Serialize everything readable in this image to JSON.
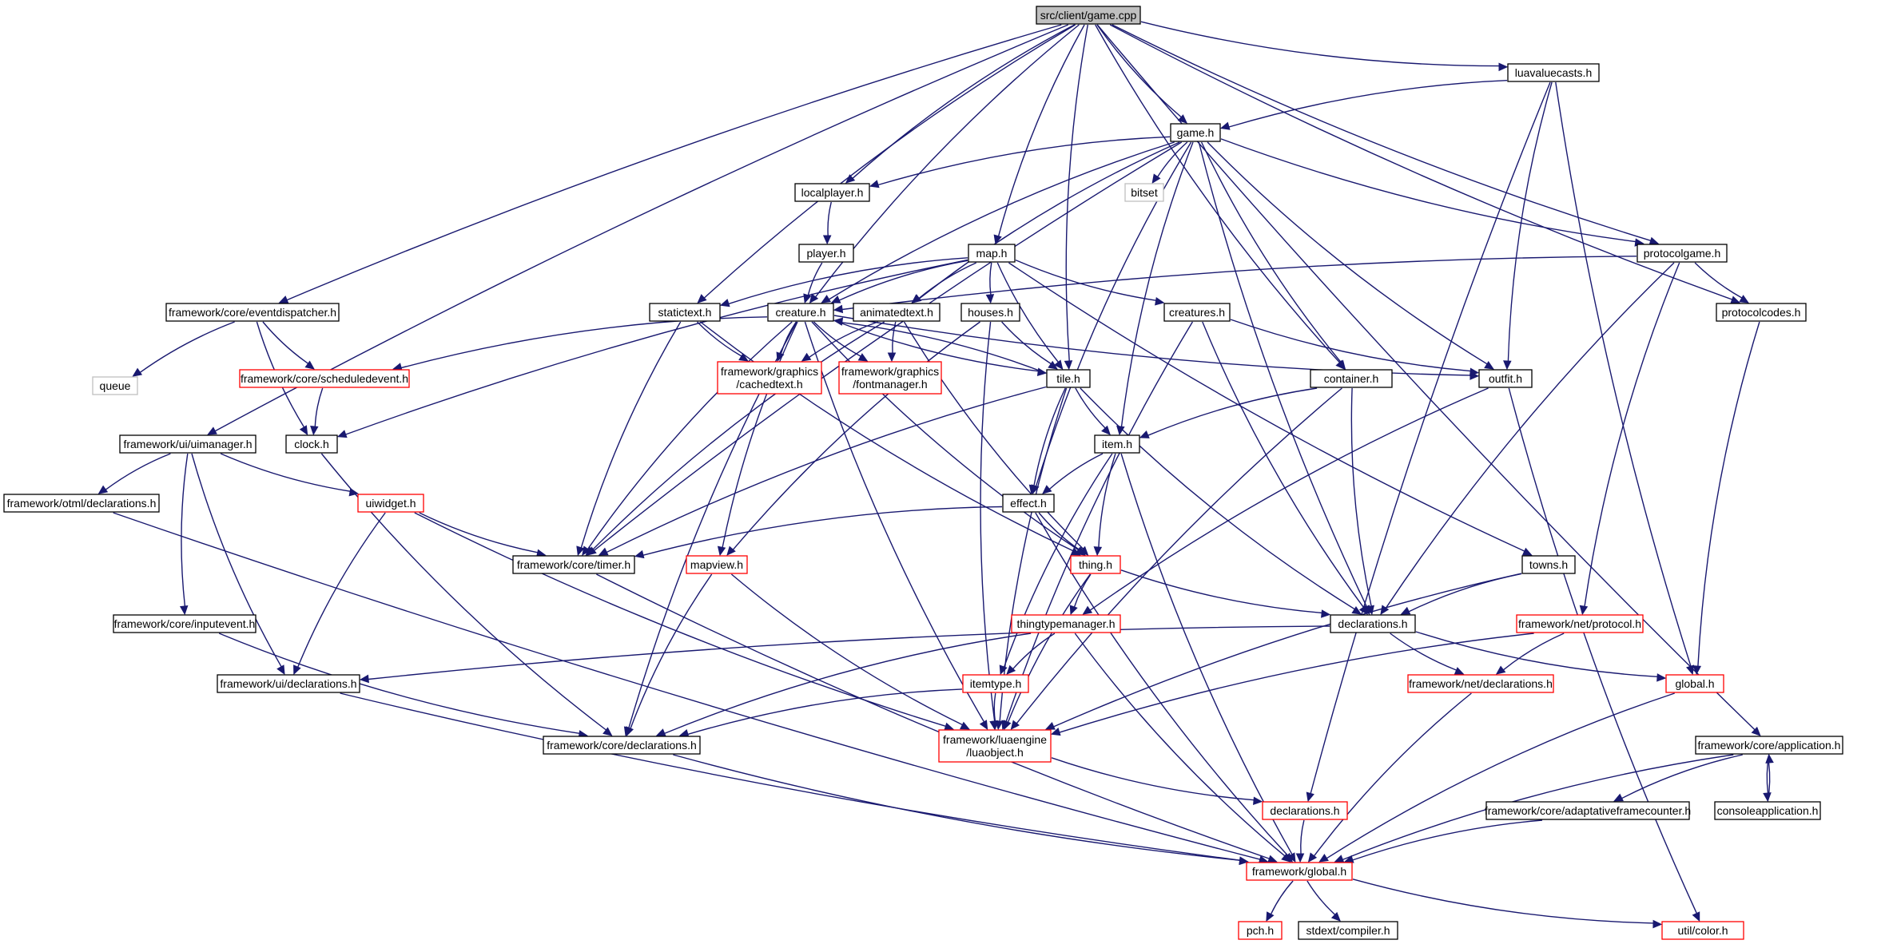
{
  "nodes": {
    "game_cpp": {
      "label": "src/client/game.cpp",
      "style": "root"
    },
    "luavaluecasts": {
      "label": "luavaluecasts.h",
      "style": "black"
    },
    "game_h": {
      "label": "game.h",
      "style": "black"
    },
    "localplayer": {
      "label": "localplayer.h",
      "style": "black"
    },
    "bitset": {
      "label": "bitset",
      "style": "gray"
    },
    "player": {
      "label": "player.h",
      "style": "black"
    },
    "map": {
      "label": "map.h",
      "style": "black"
    },
    "protocolgame": {
      "label": "protocolgame.h",
      "style": "black"
    },
    "eventdispatcher": {
      "label": "framework/core/eventdispatcher.h",
      "style": "black"
    },
    "statictext": {
      "label": "statictext.h",
      "style": "black"
    },
    "creature": {
      "label": "creature.h",
      "style": "black"
    },
    "animatedtext": {
      "label": "animatedtext.h",
      "style": "black"
    },
    "houses": {
      "label": "houses.h",
      "style": "black"
    },
    "creatures": {
      "label": "creatures.h",
      "style": "black"
    },
    "protocolcodes": {
      "label": "protocolcodes.h",
      "style": "black"
    },
    "queue": {
      "label": "queue",
      "style": "gray"
    },
    "scheduledevent": {
      "label": "framework/core/scheduledevent.h",
      "style": "red"
    },
    "cachedtext": {
      "label": "framework/graphics\n/cachedtext.h",
      "style": "red"
    },
    "fontmanager": {
      "label": "framework/graphics\n/fontmanager.h",
      "style": "red"
    },
    "tile": {
      "label": "tile.h",
      "style": "black"
    },
    "container": {
      "label": "container.h",
      "style": "black"
    },
    "outfit": {
      "label": "outfit.h",
      "style": "black"
    },
    "uimanager": {
      "label": "framework/ui/uimanager.h",
      "style": "black"
    },
    "clock": {
      "label": "clock.h",
      "style": "black"
    },
    "item": {
      "label": "item.h",
      "style": "black"
    },
    "otml_declarations": {
      "label": "framework/otml/declarations.h",
      "style": "black"
    },
    "uiwidget": {
      "label": "uiwidget.h",
      "style": "red"
    },
    "effect": {
      "label": "effect.h",
      "style": "black"
    },
    "timer": {
      "label": "framework/core/timer.h",
      "style": "black"
    },
    "mapview": {
      "label": "mapview.h",
      "style": "red"
    },
    "thing": {
      "label": "thing.h",
      "style": "red"
    },
    "towns": {
      "label": "towns.h",
      "style": "black"
    },
    "inputevent": {
      "label": "framework/core/inputevent.h",
      "style": "black"
    },
    "thingtypemanager": {
      "label": "thingtypemanager.h",
      "style": "red"
    },
    "declarations": {
      "label": "declarations.h",
      "style": "black"
    },
    "net_protocol": {
      "label": "framework/net/protocol.h",
      "style": "red"
    },
    "ui_declarations": {
      "label": "framework/ui/declarations.h",
      "style": "black"
    },
    "itemtype": {
      "label": "itemtype.h",
      "style": "red"
    },
    "net_declarations": {
      "label": "framework/net/declarations.h",
      "style": "red"
    },
    "global_h": {
      "label": "global.h",
      "style": "red"
    },
    "core_declarations": {
      "label": "framework/core/declarations.h",
      "style": "black"
    },
    "luaobject": {
      "label": "framework/luaengine\n/luaobject.h",
      "style": "red"
    },
    "application": {
      "label": "framework/core/application.h",
      "style": "black"
    },
    "declarations_red": {
      "label": "declarations.h",
      "style": "red"
    },
    "adaptative": {
      "label": "framework/core/adaptativeframecounter.h",
      "style": "black"
    },
    "consoleapplication": {
      "label": "consoleapplication.h",
      "style": "black"
    },
    "fw_global": {
      "label": "framework/global.h",
      "style": "red"
    },
    "pch": {
      "label": "pch.h",
      "style": "red"
    },
    "compiler": {
      "label": "stdext/compiler.h",
      "style": "black"
    },
    "color": {
      "label": "util/color.h",
      "style": "red"
    }
  },
  "edges": [
    [
      "game_cpp",
      "luavaluecasts"
    ],
    [
      "game_cpp",
      "game_h"
    ],
    [
      "game_cpp",
      "localplayer"
    ],
    [
      "game_cpp",
      "map"
    ],
    [
      "game_cpp",
      "protocolgame"
    ],
    [
      "game_cpp",
      "eventdispatcher"
    ],
    [
      "game_cpp",
      "statictext"
    ],
    [
      "game_cpp",
      "creature"
    ],
    [
      "game_cpp",
      "protocolcodes"
    ],
    [
      "game_cpp",
      "tile"
    ],
    [
      "game_cpp",
      "container"
    ],
    [
      "game_cpp",
      "uimanager"
    ],
    [
      "game_cpp",
      "application"
    ],
    [
      "luavaluecasts",
      "game_h"
    ],
    [
      "luavaluecasts",
      "outfit"
    ],
    [
      "luavaluecasts",
      "declarations_red"
    ],
    [
      "luavaluecasts",
      "global_h"
    ],
    [
      "game_h",
      "localplayer"
    ],
    [
      "game_h",
      "bitset"
    ],
    [
      "game_h",
      "protocolgame"
    ],
    [
      "game_h",
      "animatedtext"
    ],
    [
      "game_h",
      "creature"
    ],
    [
      "game_h",
      "container"
    ],
    [
      "game_h",
      "item"
    ],
    [
      "game_h",
      "effect"
    ],
    [
      "game_h",
      "declarations"
    ],
    [
      "game_h",
      "outfit"
    ],
    [
      "game_h",
      "timer"
    ],
    [
      "localplayer",
      "player"
    ],
    [
      "player",
      "creature"
    ],
    [
      "map",
      "creature"
    ],
    [
      "map",
      "statictext"
    ],
    [
      "map",
      "animatedtext"
    ],
    [
      "map",
      "houses"
    ],
    [
      "map",
      "creatures"
    ],
    [
      "map",
      "tile"
    ],
    [
      "map",
      "towns"
    ],
    [
      "map",
      "clock"
    ],
    [
      "protocolgame",
      "creature"
    ],
    [
      "protocolgame",
      "protocolcodes"
    ],
    [
      "protocolgame",
      "declarations"
    ],
    [
      "protocolgame",
      "net_protocol"
    ],
    [
      "eventdispatcher",
      "queue"
    ],
    [
      "eventdispatcher",
      "scheduledevent"
    ],
    [
      "eventdispatcher",
      "clock"
    ],
    [
      "statictext",
      "cachedtext"
    ],
    [
      "statictext",
      "timer"
    ],
    [
      "statictext",
      "thing"
    ],
    [
      "creature",
      "cachedtext"
    ],
    [
      "creature",
      "fontmanager"
    ],
    [
      "creature",
      "scheduledevent"
    ],
    [
      "creature",
      "tile"
    ],
    [
      "creature",
      "outfit"
    ],
    [
      "creature",
      "timer"
    ],
    [
      "creature",
      "mapview"
    ],
    [
      "creature",
      "thing"
    ],
    [
      "creature",
      "core_declarations"
    ],
    [
      "creature",
      "luaobject"
    ],
    [
      "animatedtext",
      "cachedtext"
    ],
    [
      "animatedtext",
      "fontmanager"
    ],
    [
      "animatedtext",
      "timer"
    ],
    [
      "animatedtext",
      "thing"
    ],
    [
      "houses",
      "tile"
    ],
    [
      "houses",
      "luaobject"
    ],
    [
      "houses",
      "mapview"
    ],
    [
      "creatures",
      "declarations"
    ],
    [
      "creatures",
      "outfit"
    ],
    [
      "creatures",
      "luaobject"
    ],
    [
      "tile",
      "creature"
    ],
    [
      "tile",
      "item"
    ],
    [
      "tile",
      "effect"
    ],
    [
      "tile",
      "declarations"
    ],
    [
      "tile",
      "timer"
    ],
    [
      "tile",
      "luaobject"
    ],
    [
      "container",
      "item"
    ],
    [
      "container",
      "declarations"
    ],
    [
      "container",
      "luaobject"
    ],
    [
      "outfit",
      "thingtypemanager"
    ],
    [
      "outfit",
      "color"
    ],
    [
      "scheduledevent",
      "clock"
    ],
    [
      "clock",
      "core_declarations"
    ],
    [
      "uimanager",
      "otml_declarations"
    ],
    [
      "uimanager",
      "uiwidget"
    ],
    [
      "uimanager",
      "inputevent"
    ],
    [
      "uimanager",
      "ui_declarations"
    ],
    [
      "otml_declarations",
      "fw_global"
    ],
    [
      "uiwidget",
      "timer"
    ],
    [
      "uiwidget",
      "ui_declarations"
    ],
    [
      "uiwidget",
      "luaobject"
    ],
    [
      "item",
      "effect"
    ],
    [
      "item",
      "thing"
    ],
    [
      "item",
      "itemtype"
    ],
    [
      "item",
      "fw_global"
    ],
    [
      "effect",
      "thing"
    ],
    [
      "effect",
      "timer"
    ],
    [
      "effect",
      "fw_global"
    ],
    [
      "timer",
      "fw_global"
    ],
    [
      "mapview",
      "core_declarations"
    ],
    [
      "mapview",
      "luaobject"
    ],
    [
      "thing",
      "thingtypemanager"
    ],
    [
      "thing",
      "declarations"
    ],
    [
      "thing",
      "luaobject"
    ],
    [
      "towns",
      "declarations"
    ],
    [
      "towns",
      "luaobject"
    ],
    [
      "inputevent",
      "core_declarations"
    ],
    [
      "thingtypemanager",
      "itemtype"
    ],
    [
      "thingtypemanager",
      "core_declarations"
    ],
    [
      "thingtypemanager",
      "fw_global"
    ],
    [
      "declarations",
      "ui_declarations"
    ],
    [
      "declarations",
      "net_declarations"
    ],
    [
      "declarations",
      "global_h"
    ],
    [
      "net_protocol",
      "net_declarations"
    ],
    [
      "net_protocol",
      "luaobject"
    ],
    [
      "protocolcodes",
      "global_h"
    ],
    [
      "ui_declarations",
      "fw_global"
    ],
    [
      "itemtype",
      "luaobject"
    ],
    [
      "itemtype",
      "core_declarations"
    ],
    [
      "net_declarations",
      "fw_global"
    ],
    [
      "global_h",
      "fw_global"
    ],
    [
      "core_declarations",
      "fw_global"
    ],
    [
      "luaobject",
      "declarations_red"
    ],
    [
      "application",
      "adaptative"
    ],
    [
      "application",
      "consoleapplication"
    ],
    [
      "application",
      "fw_global"
    ],
    [
      "consoleapplication",
      "application"
    ],
    [
      "declarations_red",
      "fw_global"
    ],
    [
      "adaptative",
      "fw_global"
    ],
    [
      "fw_global",
      "pch"
    ],
    [
      "fw_global",
      "compiler"
    ],
    [
      "fw_global",
      "color"
    ]
  ]
}
